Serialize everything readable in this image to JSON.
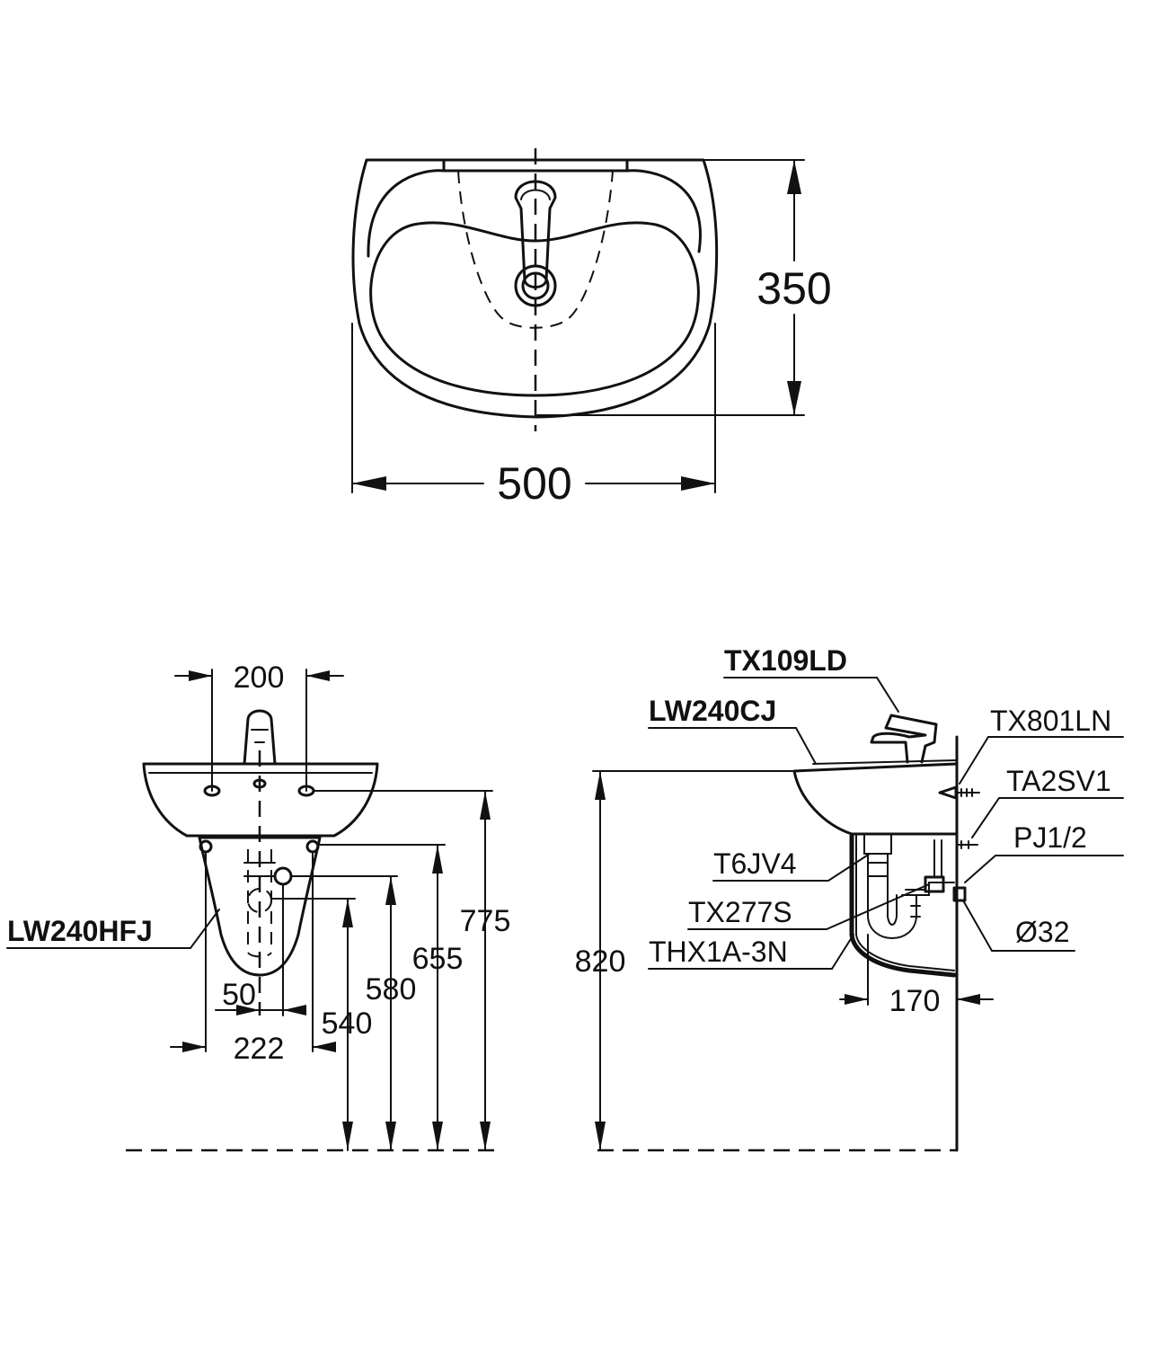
{
  "top_view": {
    "width_dim": "500",
    "depth_dim": "350"
  },
  "front_view": {
    "dim_top": "200",
    "dim_775": "775",
    "dim_655": "655",
    "dim_580": "580",
    "dim_540": "540",
    "dim_50": "50",
    "dim_222": "222",
    "pedestal_label": "LW240HFJ"
  },
  "side_view": {
    "faucet_label": "TX109LD",
    "basin_label": "LW240CJ",
    "labels": {
      "tx801ln": "TX801LN",
      "ta2sv1": "TA2SV1",
      "pj12": "PJ1/2",
      "t6jv4": "T6JV4",
      "tx277s": "TX277S",
      "thx1a3n": "THX1A-3N",
      "d32": "Ø32"
    },
    "dim_820": "820",
    "dim_170": "170"
  }
}
